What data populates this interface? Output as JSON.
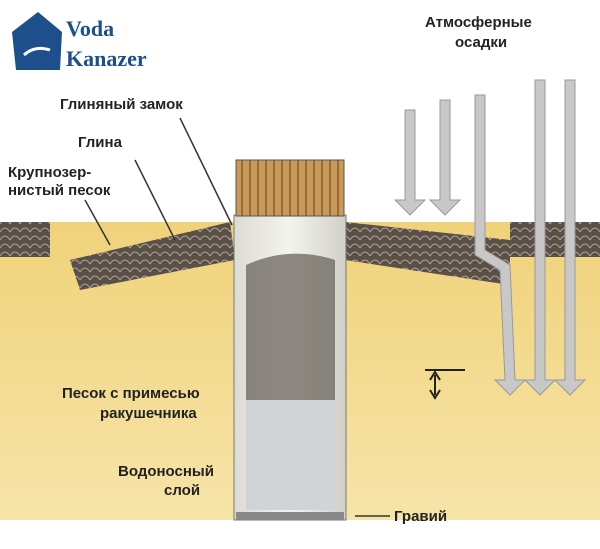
{
  "logo": {
    "line1": "Voda",
    "line2": "Kanazer"
  },
  "labels": {
    "precipitation_1": "Атмосферные",
    "precipitation_2": "осадки",
    "clay_lock": "Глиняный замок",
    "clay": "Глина",
    "coarse_sand_1": "Крупнозер-",
    "coarse_sand_2": "нистый песок",
    "shell_sand_1": "Песок с примесью",
    "shell_sand_2": "ракушечника",
    "aquifer_1": "Водоносный",
    "aquifer_2": "слой",
    "gravel": "Гравий"
  }
}
